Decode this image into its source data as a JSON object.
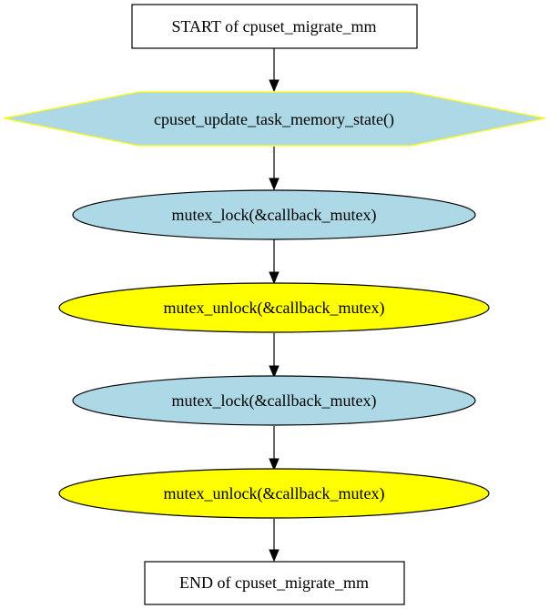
{
  "diagram": {
    "nodes": [
      {
        "id": "start",
        "label": "START of cpuset_migrate_mm",
        "shape": "box",
        "fill": "#ffffff",
        "stroke": "#000000"
      },
      {
        "id": "update",
        "label": "cpuset_update_task_memory_state()",
        "shape": "hexagon",
        "fill": "#add8e6",
        "stroke": "#ffff00"
      },
      {
        "id": "lock1",
        "label": "mutex_lock(&callback_mutex)",
        "shape": "ellipse",
        "fill": "#add8e6",
        "stroke": "#000000"
      },
      {
        "id": "unlock1",
        "label": "mutex_unlock(&callback_mutex)",
        "shape": "ellipse",
        "fill": "#ffff00",
        "stroke": "#000000"
      },
      {
        "id": "lock2",
        "label": "mutex_lock(&callback_mutex)",
        "shape": "ellipse",
        "fill": "#add8e6",
        "stroke": "#000000"
      },
      {
        "id": "unlock2",
        "label": "mutex_unlock(&callback_mutex)",
        "shape": "ellipse",
        "fill": "#ffff00",
        "stroke": "#000000"
      },
      {
        "id": "end",
        "label": "END of cpuset_migrate_mm",
        "shape": "box",
        "fill": "#ffffff",
        "stroke": "#000000"
      }
    ],
    "edges": [
      {
        "from": "start",
        "to": "update"
      },
      {
        "from": "update",
        "to": "lock1"
      },
      {
        "from": "lock1",
        "to": "unlock1"
      },
      {
        "from": "unlock1",
        "to": "lock2"
      },
      {
        "from": "lock2",
        "to": "unlock2"
      },
      {
        "from": "unlock2",
        "to": "end"
      }
    ]
  }
}
